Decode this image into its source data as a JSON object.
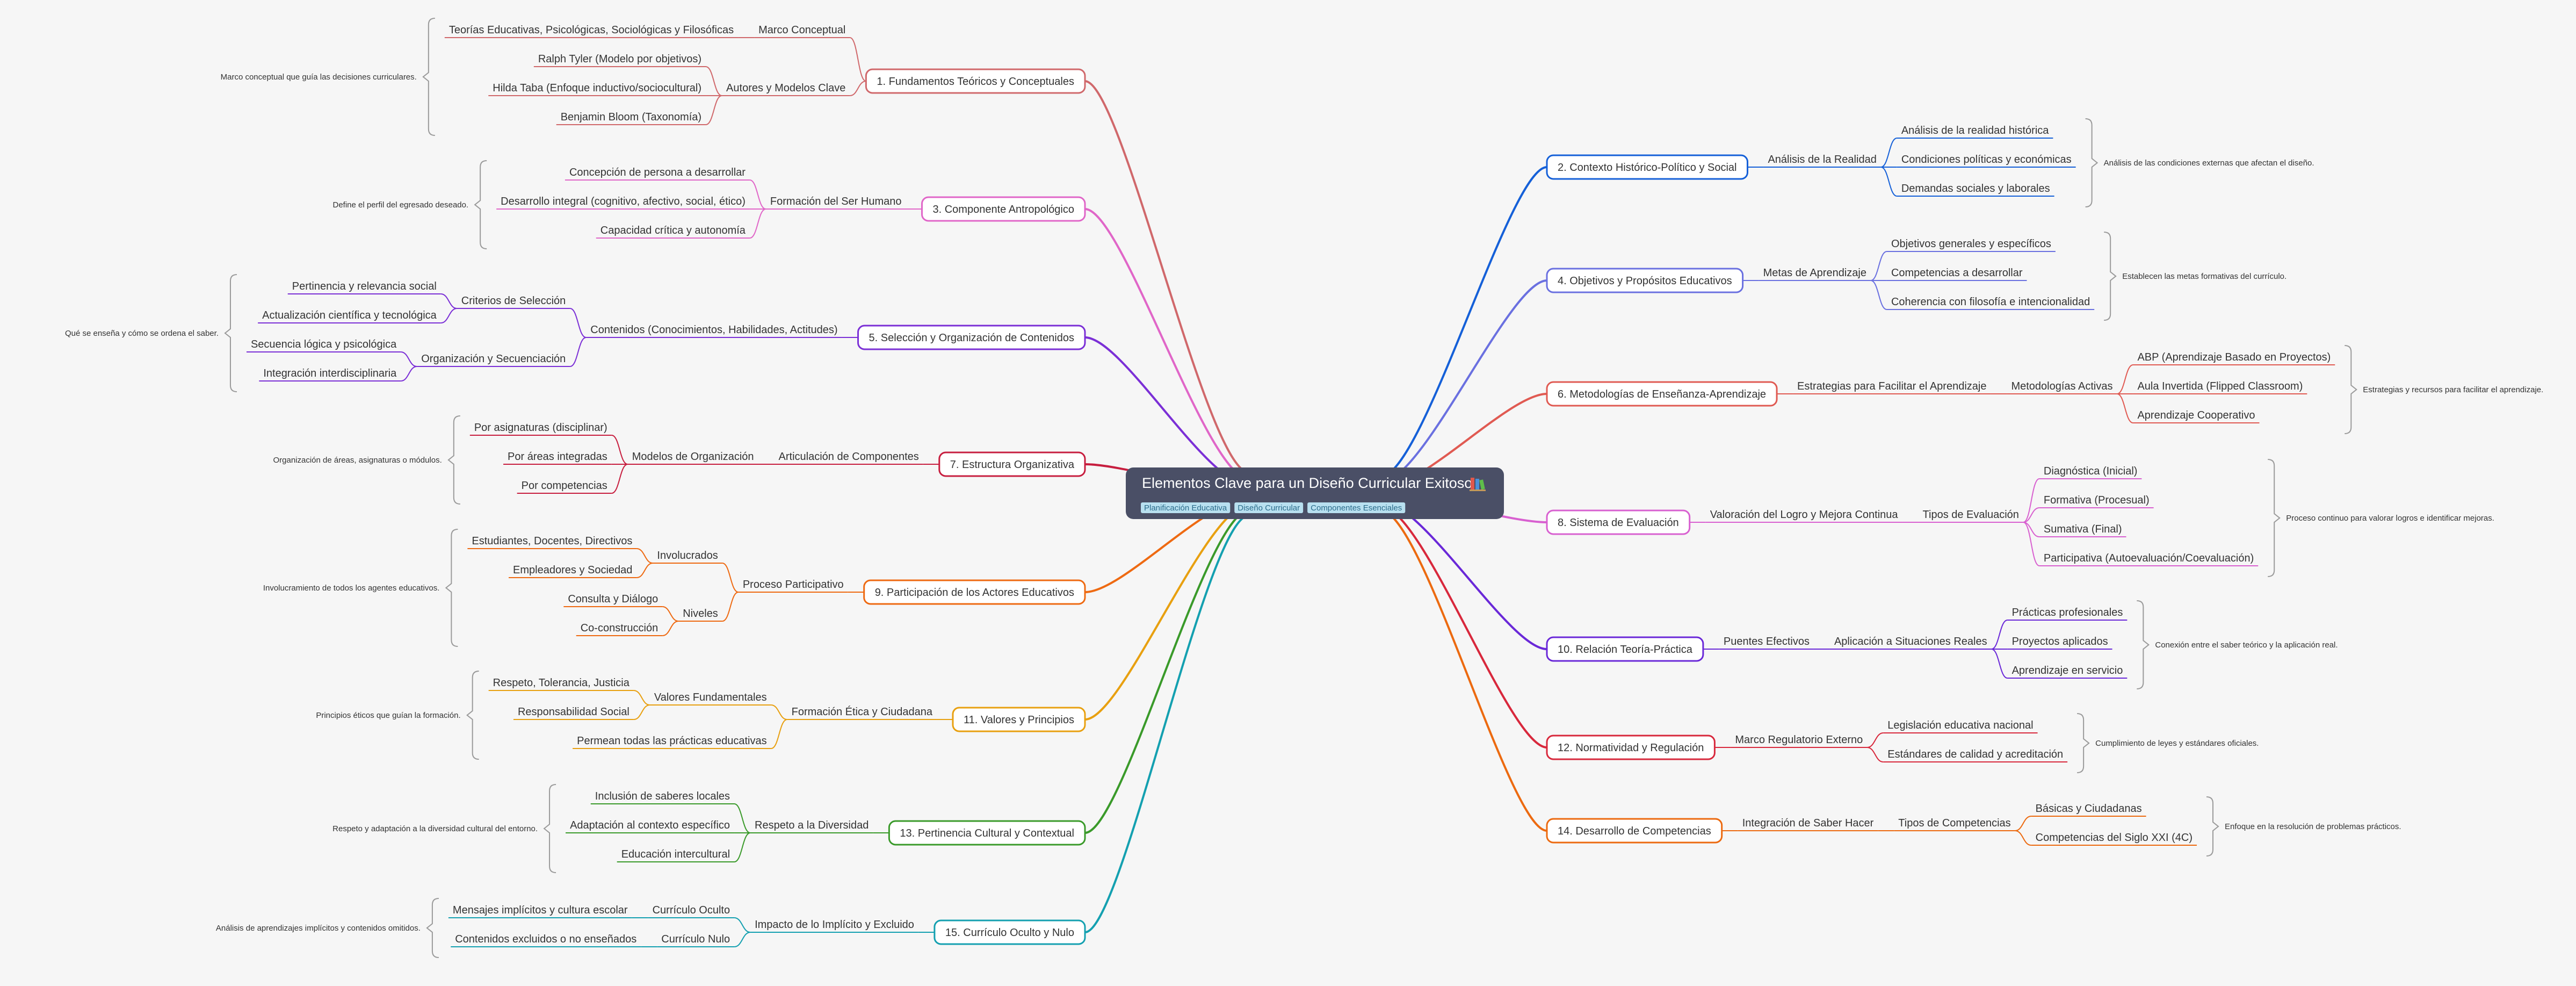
{
  "central": {
    "title": "Elementos Clave para un Diseño Curricular Exitoso",
    "icon": "books-icon",
    "tags": [
      "Planificación Educativa",
      "Diseño Curricular",
      "Componentes Esenciales"
    ]
  },
  "colors": {
    "central_bg": "#4a4f66",
    "tag_bg": "#b8e0f0",
    "background": "#f6f6f6"
  },
  "left_branches": [
    {
      "label": "1. Fundamentos Teóricos y Conceptuales",
      "color": "#d0686b",
      "note": "Marco conceptual que guía las decisiones curriculares.",
      "subs": [
        {
          "label": "Marco Conceptual",
          "leaves": [
            "Teorías Educativas, Psicológicas, Sociológicas y Filosóficas"
          ]
        },
        {
          "label": "Autores y Modelos Clave",
          "leaves": [
            "Ralph Tyler (Modelo por objetivos)",
            "Hilda Taba (Enfoque inductivo/sociocultural)",
            "Benjamin Bloom (Taxonomía)"
          ]
        }
      ]
    },
    {
      "label": "3. Componente Antropológico",
      "color": "#e066c8",
      "note": "Define el perfil del egresado deseado.",
      "subs": [
        {
          "label": "Formación del Ser Humano",
          "leaves": [
            "Concepción de persona a desarrollar",
            "Desarrollo integral (cognitivo, afectivo, social, ético)",
            "Capacidad crítica y autonomía"
          ]
        }
      ]
    },
    {
      "label": "5. Selección y Organización de Contenidos",
      "color": "#7b2fd6",
      "note": "Qué se enseña y cómo se ordena el saber.",
      "subs": [
        {
          "label": "Contenidos (Conocimientos, Habilidades, Actitudes)",
          "subs": [
            {
              "label": "Criterios de Selección",
              "leaves": [
                "Pertinencia y relevancia social",
                "Actualización científica y tecnológica"
              ]
            },
            {
              "label": "Organización y Secuenciación",
              "leaves": [
                "Secuencia lógica y psicológica",
                "Integración interdisciplinaria"
              ]
            }
          ]
        }
      ]
    },
    {
      "label": "7. Estructura Organizativa",
      "color": "#c71e3f",
      "note": "Organización de áreas, asignaturas o módulos.",
      "subs": [
        {
          "label": "Articulación de Componentes",
          "subs": [
            {
              "label": "Modelos de Organización",
              "leaves": [
                "Por asignaturas (disciplinar)",
                "Por áreas integradas",
                "Por competencias"
              ]
            }
          ]
        }
      ]
    },
    {
      "label": "9. Participación de los Actores Educativos",
      "color": "#ee6a12",
      "note": "Involucramiento de todos los agentes educativos.",
      "subs": [
        {
          "label": "Proceso Participativo",
          "subs": [
            {
              "label": "Involucrados",
              "leaves": [
                "Estudiantes, Docentes, Directivos",
                "Empleadores y Sociedad"
              ]
            },
            {
              "label": "Niveles",
              "leaves": [
                "Consulta y Diálogo",
                "Co-construcción"
              ]
            }
          ]
        }
      ]
    },
    {
      "label": "11. Valores y Principios",
      "color": "#e8a010",
      "note": "Principios éticos que guían la formación.",
      "subs": [
        {
          "label": "Formación Ética y Ciudadana",
          "subs": [
            {
              "label": "Valores Fundamentales",
              "leaves": [
                "Respeto, Tolerancia, Justicia",
                "Responsabilidad Social"
              ]
            }
          ],
          "leaves": [
            "Permean todas las prácticas educativas"
          ]
        }
      ]
    },
    {
      "label": "13. Pertinencia Cultural y Contextual",
      "color": "#3a9a2a",
      "note": "Respeto y adaptación a la diversidad cultural del entorno.",
      "subs": [
        {
          "label": "Respeto a la Diversidad",
          "leaves": [
            "Inclusión de saberes locales",
            "Adaptación al contexto específico",
            "Educación intercultural"
          ]
        }
      ]
    },
    {
      "label": "15. Currículo Oculto y Nulo",
      "color": "#14a0b0",
      "note": "Análisis de aprendizajes implícitos y contenidos omitidos.",
      "subs": [
        {
          "label": "Impacto de lo Implícito y Excluido",
          "subs": [
            {
              "label": "Currículo Oculto",
              "leaves": [
                "Mensajes implícitos y cultura escolar"
              ]
            },
            {
              "label": "Currículo Nulo",
              "leaves": [
                "Contenidos excluidos o no enseñados"
              ]
            }
          ]
        }
      ]
    }
  ],
  "right_branches": [
    {
      "label": "2. Contexto Histórico-Político y Social",
      "color": "#1560d8",
      "note": "Análisis de las condiciones externas que afectan el diseño.",
      "subs": [
        {
          "label": "Análisis de la Realidad",
          "leaves": [
            "Análisis de la realidad histórica",
            "Condiciones políticas y económicas",
            "Demandas sociales y laborales"
          ]
        }
      ]
    },
    {
      "label": "4. Objetivos y Propósitos Educativos",
      "color": "#6a70e0",
      "note": "Establecen las metas formativas del currículo.",
      "subs": [
        {
          "label": "Metas de Aprendizaje",
          "leaves": [
            "Objetivos generales y específicos",
            "Competencias a desarrollar",
            "Coherencia con filosofía e intencionalidad"
          ]
        }
      ]
    },
    {
      "label": "6. Metodologías de Enseñanza-Aprendizaje",
      "color": "#e05a52",
      "note": "Estrategias y recursos para facilitar el aprendizaje.",
      "subs": [
        {
          "label": "Estrategias para Facilitar el Aprendizaje",
          "subs": [
            {
              "label": "Metodologías Activas",
              "leaves": [
                "ABP (Aprendizaje Basado en Proyectos)",
                "Aula Invertida (Flipped Classroom)",
                "Aprendizaje Cooperativo"
              ]
            }
          ]
        }
      ]
    },
    {
      "label": "8. Sistema de Evaluación",
      "color": "#d860d0",
      "note": "Proceso continuo para valorar logros e identificar mejoras.",
      "subs": [
        {
          "label": "Valoración del Logro y Mejora Continua",
          "subs": [
            {
              "label": "Tipos de Evaluación",
              "leaves": [
                "Diagnóstica (Inicial)",
                "Formativa (Procesual)",
                "Sumativa (Final)",
                "Participativa (Autoevaluación/Coevaluación)"
              ]
            }
          ]
        }
      ]
    },
    {
      "label": "10. Relación Teoría-Práctica",
      "color": "#6a28d8",
      "note": "Conexión entre el saber teórico y la aplicación real.",
      "subs": [
        {
          "label": "Puentes Efectivos",
          "subs": [
            {
              "label": "Aplicación a Situaciones Reales",
              "leaves": [
                "Prácticas profesionales",
                "Proyectos aplicados",
                "Aprendizaje en servicio"
              ]
            }
          ]
        }
      ]
    },
    {
      "label": "12. Normatividad y Regulación",
      "color": "#d8283c",
      "note": "Cumplimiento de leyes y estándares oficiales.",
      "subs": [
        {
          "label": "Marco Regulatorio Externo",
          "leaves": [
            "Legislación educativa nacional",
            "Estándares de calidad y acreditación"
          ]
        }
      ]
    },
    {
      "label": "14. Desarrollo de Competencias",
      "color": "#ec6a10",
      "note": "Enfoque en la resolución de problemas prácticos.",
      "subs": [
        {
          "label": "Integración de Saber Hacer",
          "subs": [
            {
              "label": "Tipos de Competencias",
              "leaves": [
                "Básicas y Ciudadanas",
                "Competencias del Siglo XXI (4C)"
              ]
            }
          ]
        }
      ]
    }
  ]
}
